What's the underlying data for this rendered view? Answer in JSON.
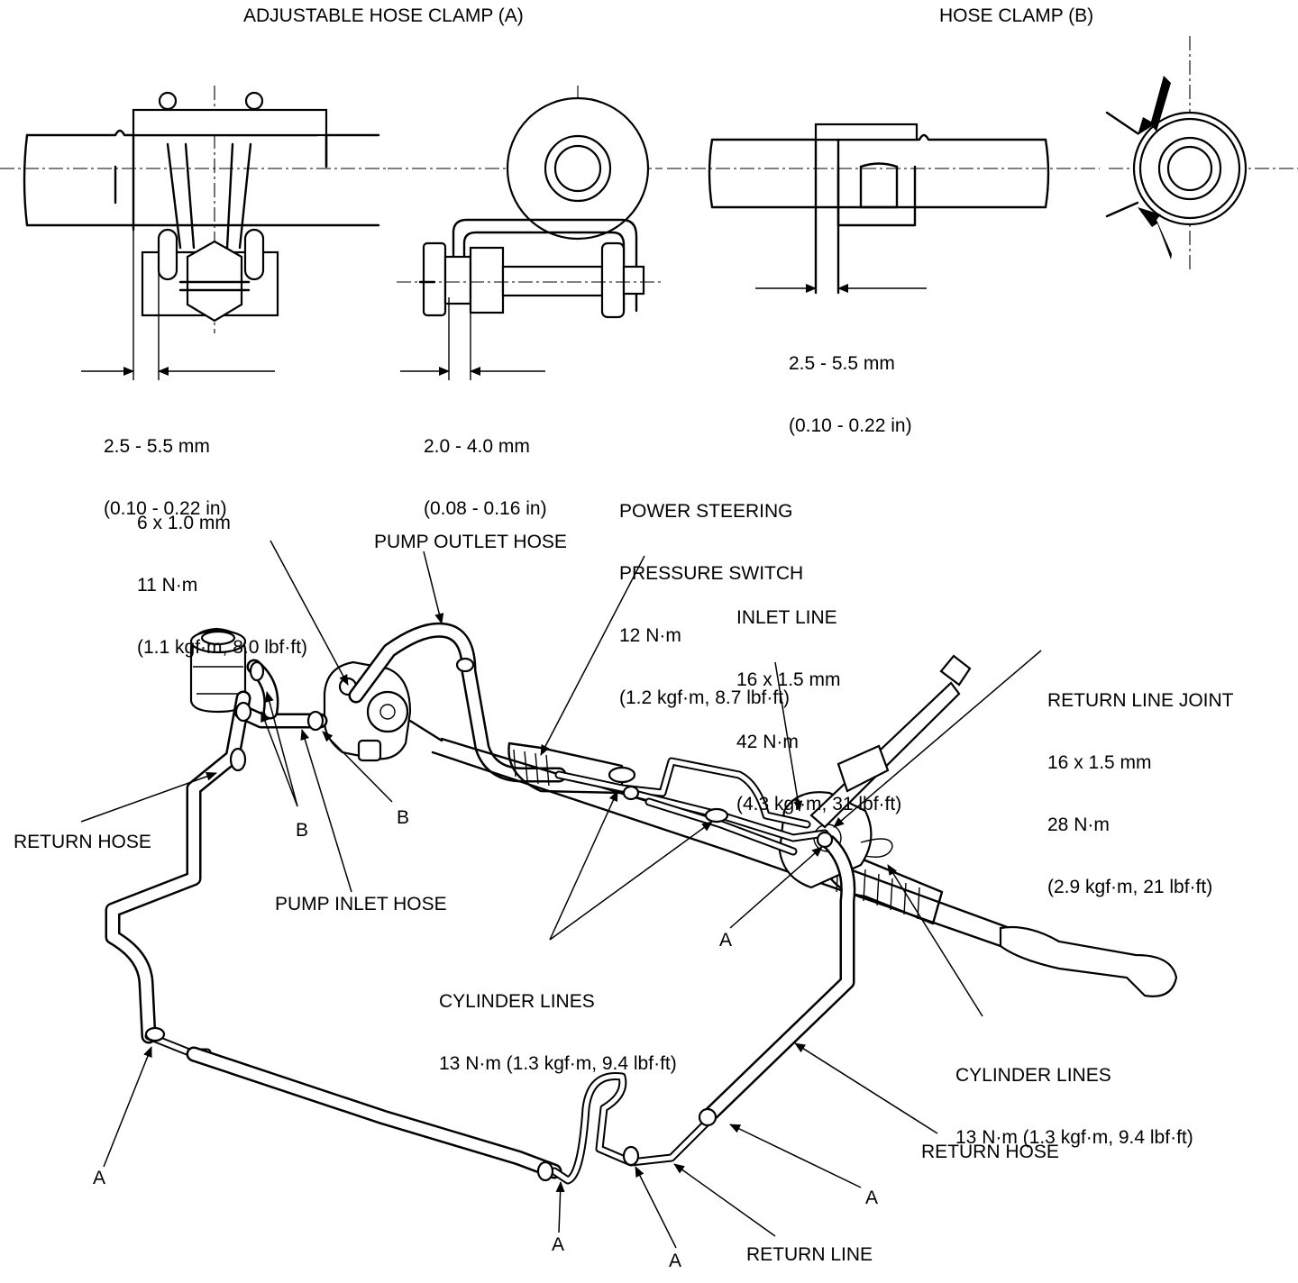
{
  "titles": {
    "clamp_a": "ADJUSTABLE HOSE CLAMP (A)",
    "clamp_b": "HOSE CLAMP (B)"
  },
  "dimensions": {
    "clamp_a_gap": [
      "2.5 - 5.5 mm",
      "(0.10 - 0.22 in)"
    ],
    "clamp_a_bolt": [
      "2.0 - 4.0 mm",
      "(0.08 - 0.16 in)"
    ],
    "clamp_b_gap": [
      "2.5 - 5.5 mm",
      "(0.10 - 0.22 in)"
    ]
  },
  "callouts": {
    "bolt": [
      "6 x 1.0 mm",
      "11 N·m",
      "(1.1 kgf·m, 8.0 lbf·ft)"
    ],
    "pressure_switch": [
      "POWER STEERING",
      "PRESSURE SWITCH",
      "12 N·m",
      "(1.2 kgf·m, 8.7 lbf·ft)"
    ],
    "pump_outlet_hose": "PUMP OUTLET HOSE",
    "inlet_line": [
      "INLET LINE",
      "16 x 1.5 mm",
      "42 N·m",
      "(4.3 kgf·m, 31 lbf·ft)"
    ],
    "return_line_joint": [
      "RETURN LINE JOINT",
      "16 x 1.5 mm",
      "28 N·m",
      "(2.9 kgf·m, 21 lbf·ft)"
    ],
    "return_hose_left": "RETURN HOSE",
    "b_left": "B",
    "b_right": "B",
    "pump_inlet_hose": "PUMP INLET HOSE",
    "cylinder_lines_center": [
      "CYLINDER LINES",
      "13 N·m (1.3 kgf·m, 9.4 lbf·ft)"
    ],
    "a_rack": "A",
    "cylinder_lines_right": [
      "CYLINDER LINES",
      "13 N·m (1.3 kgf·m, 9.4 lbf·ft)"
    ],
    "a_left": "A",
    "return_hose_right": "RETURN HOSE",
    "a_right": "A",
    "a_bottom_1": "A",
    "a_bottom_2": "A",
    "return_line": "RETURN LINE"
  }
}
